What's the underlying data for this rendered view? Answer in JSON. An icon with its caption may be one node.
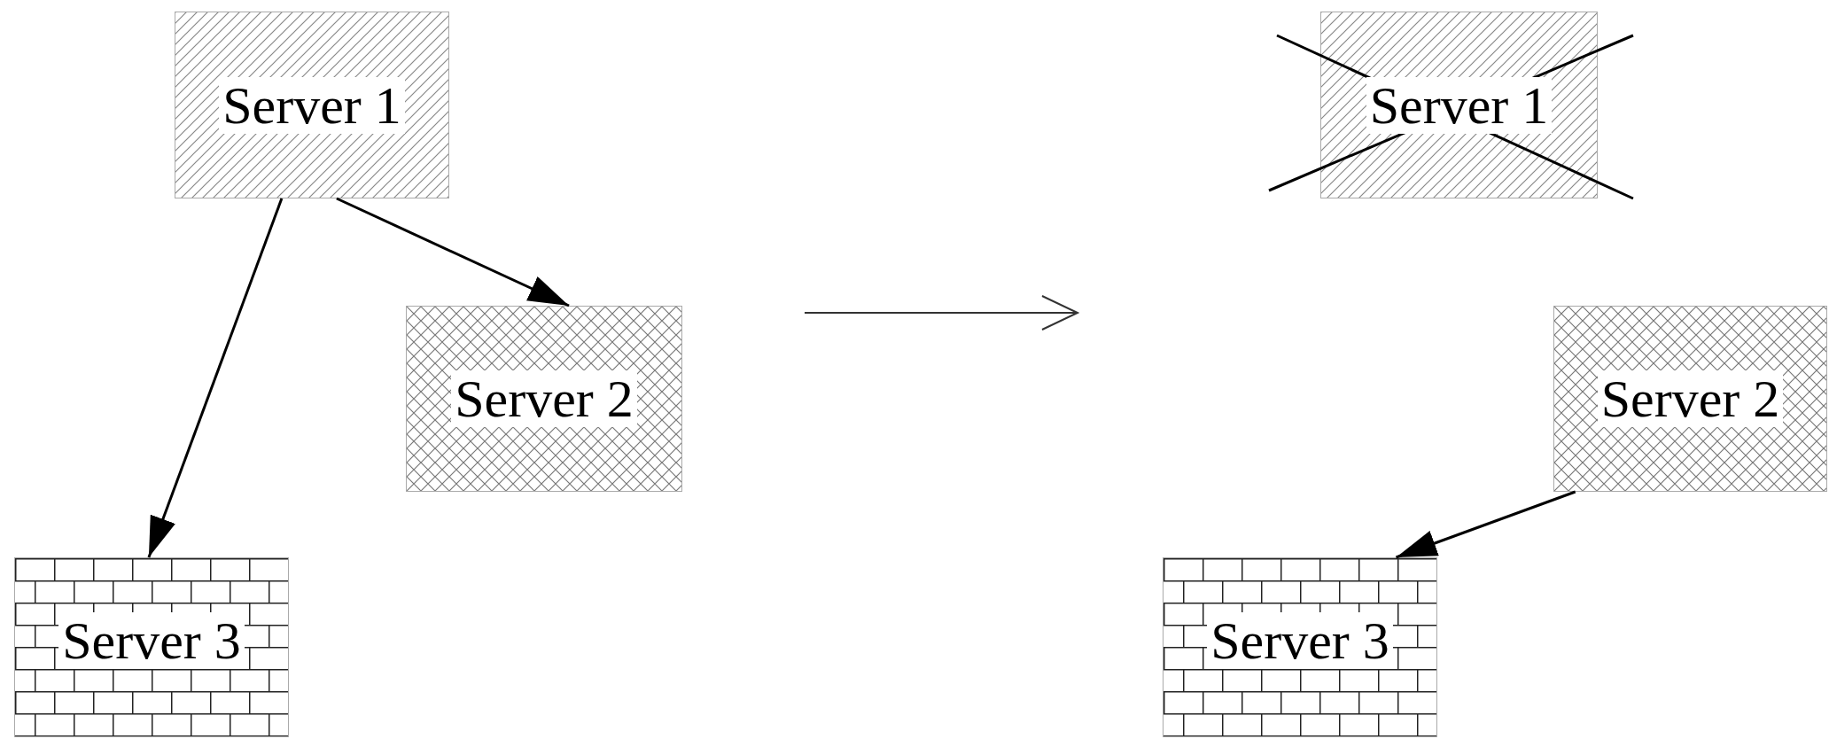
{
  "diagram": {
    "nodes": [
      {
        "text": [
          "Server 1"
        ]
      },
      {
        "text": [
          "Server 2"
        ]
      },
      {
        "text": [
          "Server 3"
        ]
      },
      {
        "text": [
          "Server 1"
        ]
      },
      {
        "text": [
          "Server 2"
        ]
      },
      {
        "text": [
          "Server 3"
        ]
      }
    ],
    "edges": [
      {
        "from": 0,
        "to": 2,
        "arrow": "to"
      },
      {
        "from": 0,
        "to": 1,
        "arrow": "to"
      },
      {
        "from": 4,
        "to": 5,
        "arrow": "to"
      }
    ]
  }
}
